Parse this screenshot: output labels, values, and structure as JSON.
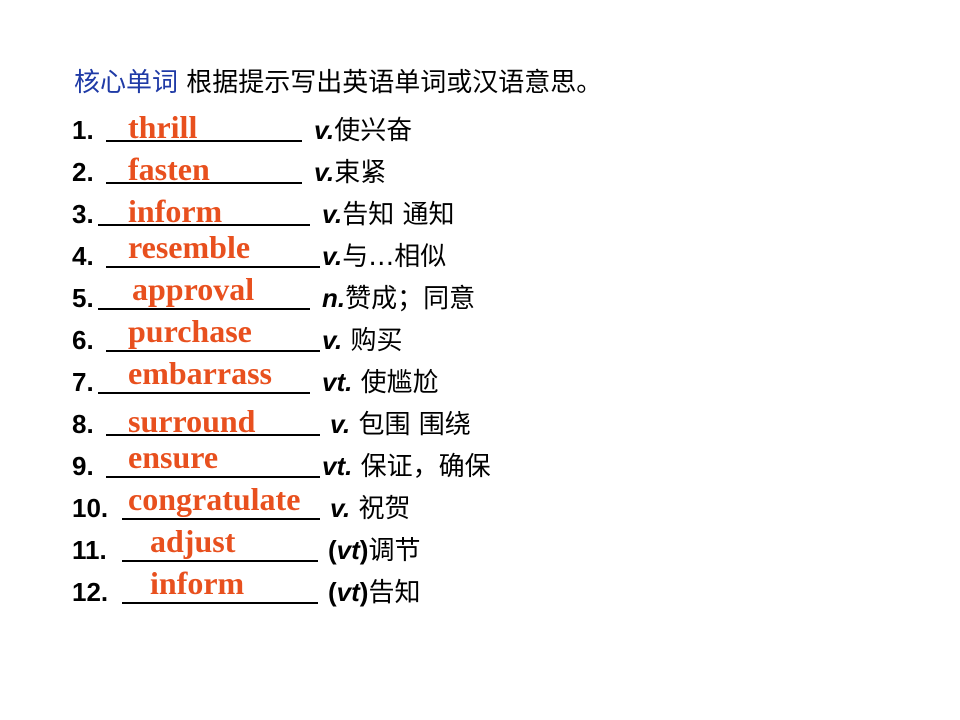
{
  "heading": {
    "keyword": "核心单词",
    "instruction": " 根据提示写出英语单词或汉语意思。"
  },
  "items": [
    {
      "num": "1.",
      "answer": "thrill",
      "pos": "v.",
      "meaning": "使兴奋"
    },
    {
      "num": "2.",
      "answer": "fasten",
      "pos": "v.",
      "meaning": "束紧"
    },
    {
      "num": "3.",
      "answer": "inform",
      "pos": "v.",
      "meaning": "告知 通知"
    },
    {
      "num": "4.",
      "answer": "resemble",
      "pos": "v.",
      "meaning": "与…相似"
    },
    {
      "num": "5.",
      "answer": "approval",
      "pos": "n.",
      "meaning": "赞成；同意"
    },
    {
      "num": "6.",
      "answer": "purchase",
      "pos": "v.",
      "meaning": " 购买"
    },
    {
      "num": "7.",
      "answer": "embarrass",
      "pos": "vt.",
      "meaning": " 使尴尬"
    },
    {
      "num": "8.",
      "answer": "surround",
      "pos": "v.",
      "meaning": " 包围 围绕"
    },
    {
      "num": "9.",
      "answer": "ensure",
      "pos": "vt.",
      "meaning": " 保证，确保"
    },
    {
      "num": "10.",
      "answer": "congratulate",
      "pos": "v.",
      "meaning": " 祝贺"
    },
    {
      "num": "11.",
      "answer": "adjust",
      "pos": "vt",
      "meaning": "调节"
    },
    {
      "num": "12.",
      "answer": "inform",
      "pos": "vt",
      "meaning": "告知"
    }
  ],
  "colors": {
    "keyword": "#1f3aa6",
    "answer": "#e8501e",
    "text": "#000000"
  }
}
